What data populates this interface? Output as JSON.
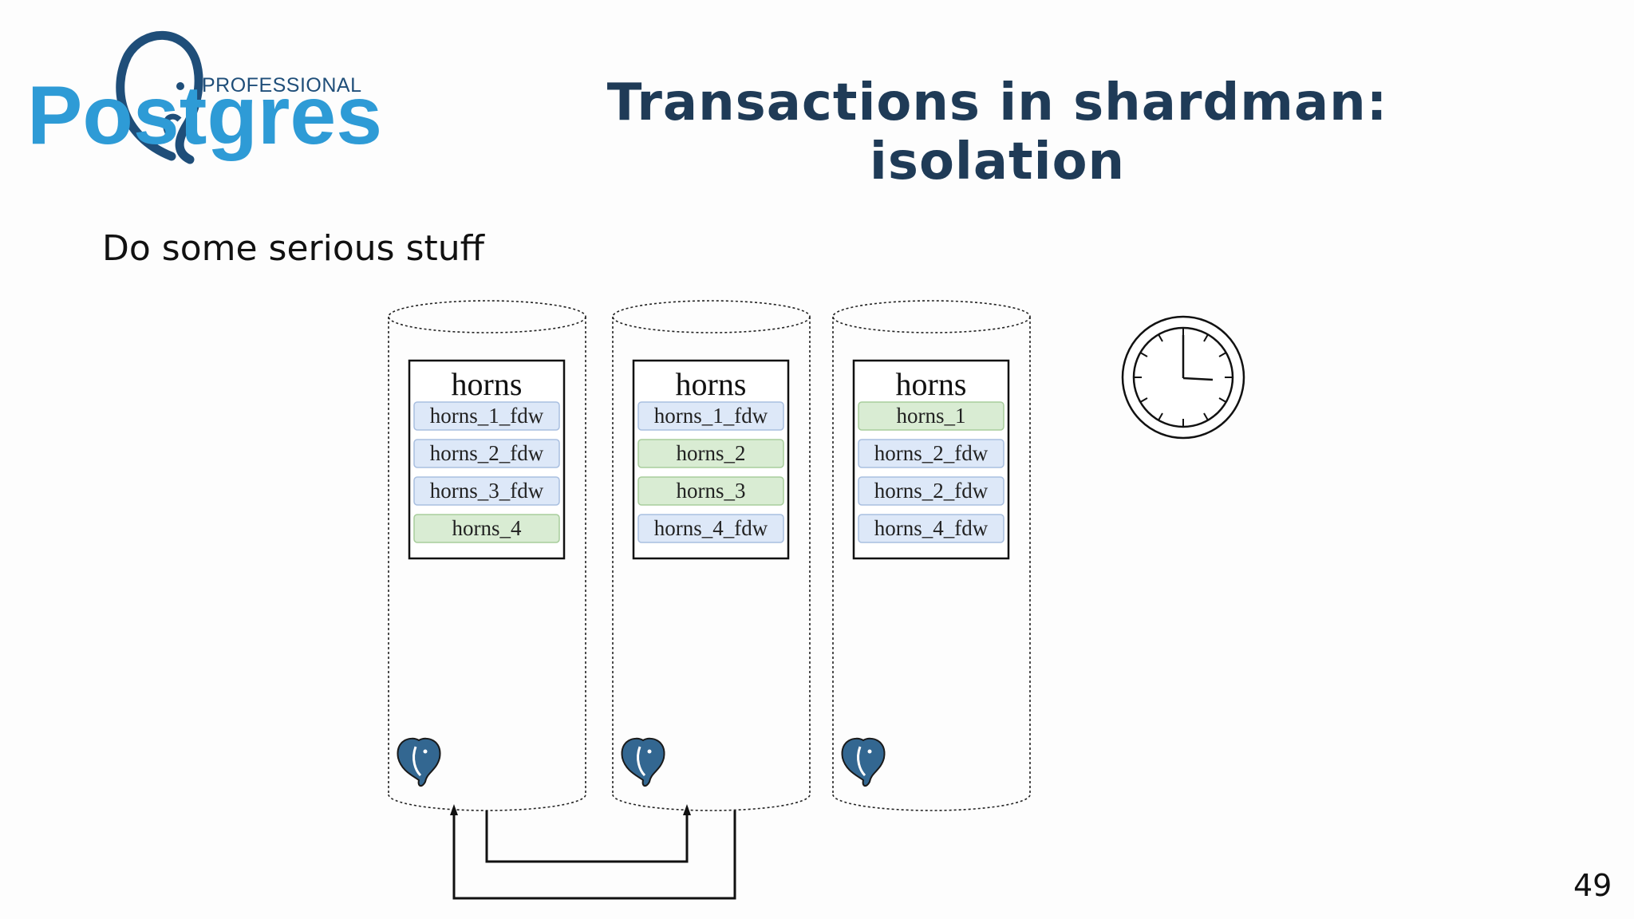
{
  "header": {
    "logo": {
      "tagline": "PROFESSIONAL",
      "wordmark": "Postgres"
    },
    "title": "Transactions in shardman: isolation"
  },
  "subtitle": "Do some serious stuff",
  "page_number": "49",
  "colors": {
    "title": "#1f3b57",
    "logo_blue": "#2e9bd6",
    "logo_dark": "#1f4e79",
    "fdw_fill": "#dde8f8",
    "fdw_stroke": "#a9bfe0",
    "local_fill": "#d9ecd3",
    "local_stroke": "#a8cd9c",
    "elephant": "#336791"
  },
  "nodes": [
    {
      "table_name": "horns",
      "partitions": [
        {
          "label": "horns_1_fdw",
          "kind": "foreign"
        },
        {
          "label": "horns_2_fdw",
          "kind": "foreign"
        },
        {
          "label": "horns_3_fdw",
          "kind": "foreign"
        },
        {
          "label": "horns_4",
          "kind": "local"
        }
      ],
      "icon": "postgresql-elephant-icon"
    },
    {
      "table_name": "horns",
      "partitions": [
        {
          "label": "horns_1_fdw",
          "kind": "foreign"
        },
        {
          "label": "horns_2",
          "kind": "local"
        },
        {
          "label": "horns_3",
          "kind": "local"
        },
        {
          "label": "horns_4_fdw",
          "kind": "foreign"
        }
      ],
      "icon": "postgresql-elephant-icon"
    },
    {
      "table_name": "horns",
      "partitions": [
        {
          "label": "horns_1",
          "kind": "local"
        },
        {
          "label": "horns_2_fdw",
          "kind": "foreign"
        },
        {
          "label": "horns_2_fdw",
          "kind": "foreign"
        },
        {
          "label": "horns_4_fdw",
          "kind": "foreign"
        }
      ],
      "icon": "postgresql-elephant-icon"
    }
  ],
  "connections": [
    {
      "from_node": 0,
      "to_node": 1
    },
    {
      "from_node": 1,
      "to_node": 0
    }
  ],
  "clock": {
    "icon": "clock-icon"
  }
}
